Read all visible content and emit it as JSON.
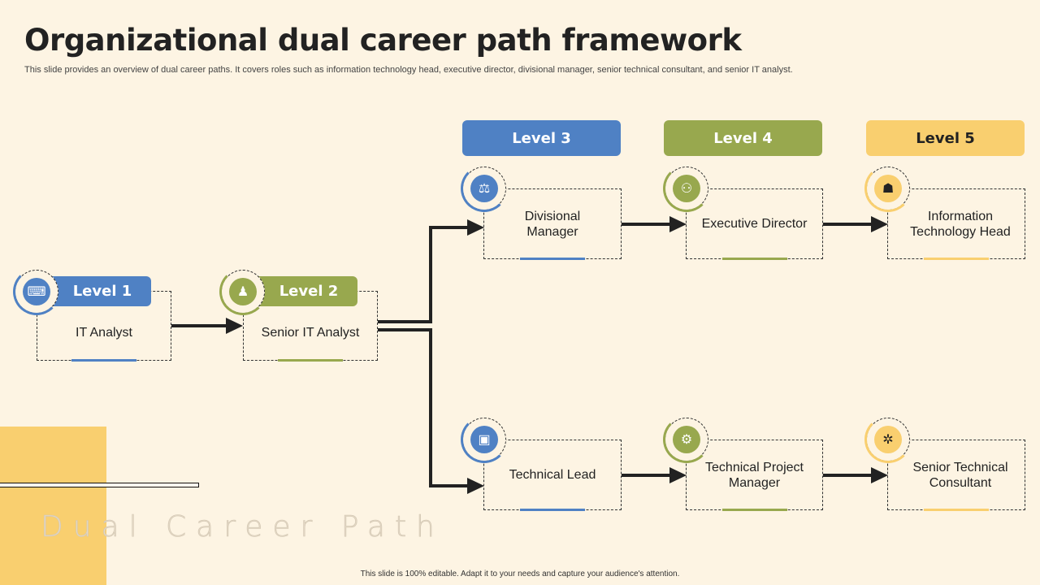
{
  "title": "Organizational dual career path framework",
  "subtitle": "This slide provides an overview of dual career paths. It covers roles such as information technology head, executive director, divisional manager, senior technical consultant, and senior IT analyst.",
  "footer": "This slide is 100% editable. Adapt it to your needs and capture your audience's attention.",
  "watermark": "Dual Career Path",
  "colors": {
    "blue": "#4f81c4",
    "green": "#98a84e",
    "yellow": "#f9cf6f"
  },
  "levels": [
    "Level 1",
    "Level 2",
    "Level 3",
    "Level 4",
    "Level 5"
  ],
  "roles": {
    "l1": "IT Analyst",
    "l2": "Senior IT Analyst",
    "top": [
      "Divisional Manager",
      "Executive Director",
      "Information Technology Head"
    ],
    "bottom": [
      "Technical Lead",
      "Technical Project Manager",
      "Senior Technical Consultant"
    ]
  }
}
